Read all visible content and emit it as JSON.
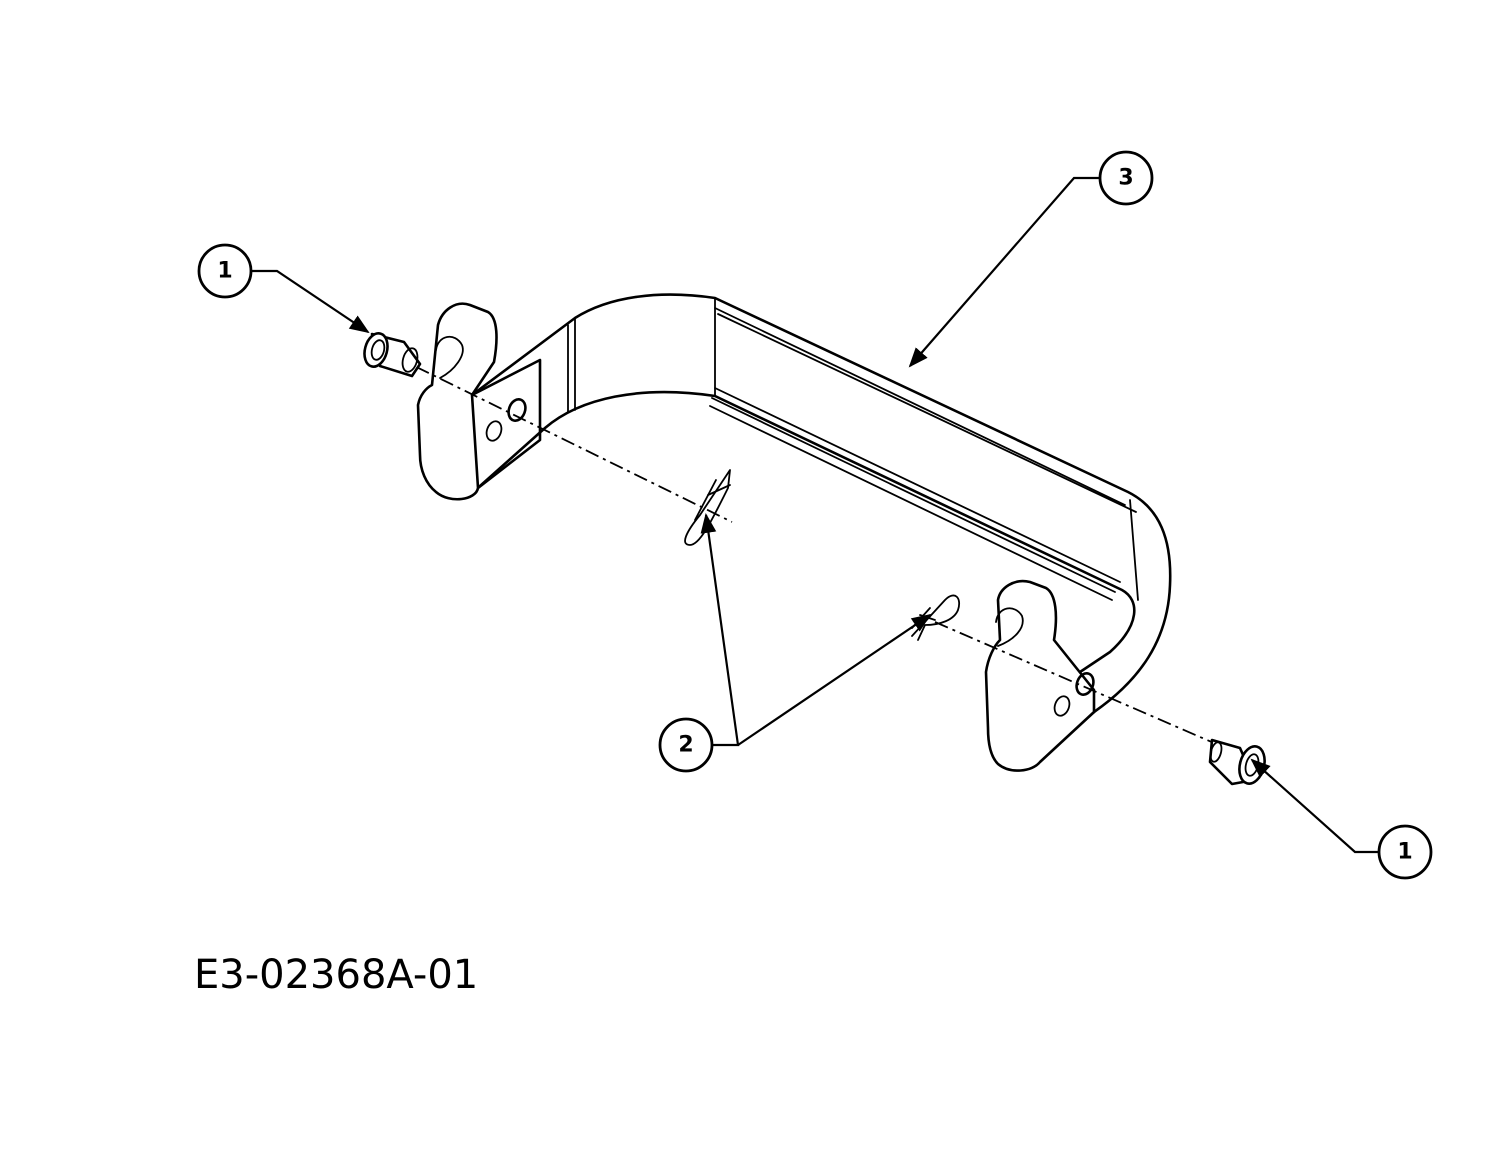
{
  "drawing_number": "E3-02368A-01",
  "callouts": [
    {
      "id": "callout-1-left",
      "number": "1",
      "part": "pin"
    },
    {
      "id": "callout-3",
      "number": "3",
      "part": "bracket"
    },
    {
      "id": "callout-2",
      "number": "2",
      "part": "hairpin-clip"
    },
    {
      "id": "callout-1-right",
      "number": "1",
      "part": "pin"
    }
  ]
}
